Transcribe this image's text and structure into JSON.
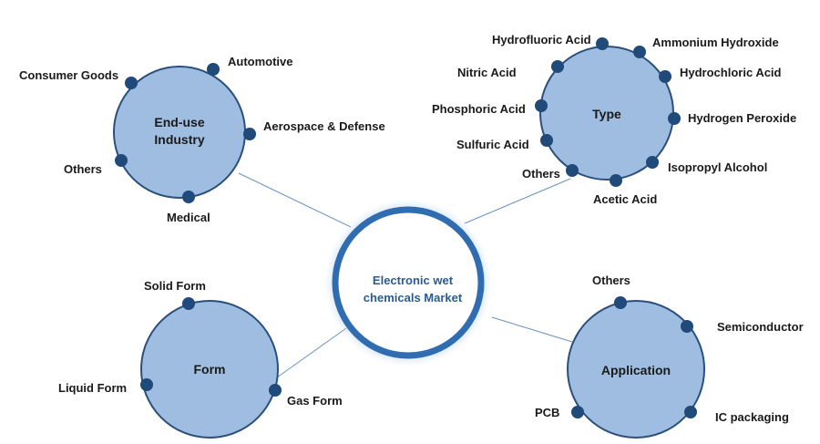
{
  "center": {
    "line1": "Electronic wet",
    "line2": "chemicals Market"
  },
  "nodes": {
    "end_use": {
      "title_line1": "End-use",
      "title_line2": "Industry",
      "items": [
        "Consumer Goods",
        "Automotive",
        "Aerospace & Defense",
        "Others",
        "Medical"
      ]
    },
    "type": {
      "title": "Type",
      "items": [
        "Hydrofluoric Acid",
        "Ammonium Hydroxide",
        "Nitric Acid",
        "Hydrochloric Acid",
        "Phosphoric Acid",
        "Hydrogen Peroxide",
        "Sulfuric Acid",
        "Others",
        "Isopropyl Alcohol",
        "Acetic Acid"
      ]
    },
    "form": {
      "title": "Form",
      "items": [
        "Solid Form",
        "Liquid Form",
        "Gas Form"
      ]
    },
    "application": {
      "title": "Application",
      "items": [
        "Others",
        "Semiconductor",
        "PCB",
        "IC packaging"
      ]
    }
  },
  "colors": {
    "node_fill": "#9fbde0",
    "node_stroke": "#2a4f7c",
    "dot": "#1f4a7a",
    "hub_ring": "#2f6db0",
    "hub_glow": "#6fa6e6",
    "connector": "#6b92bf"
  }
}
